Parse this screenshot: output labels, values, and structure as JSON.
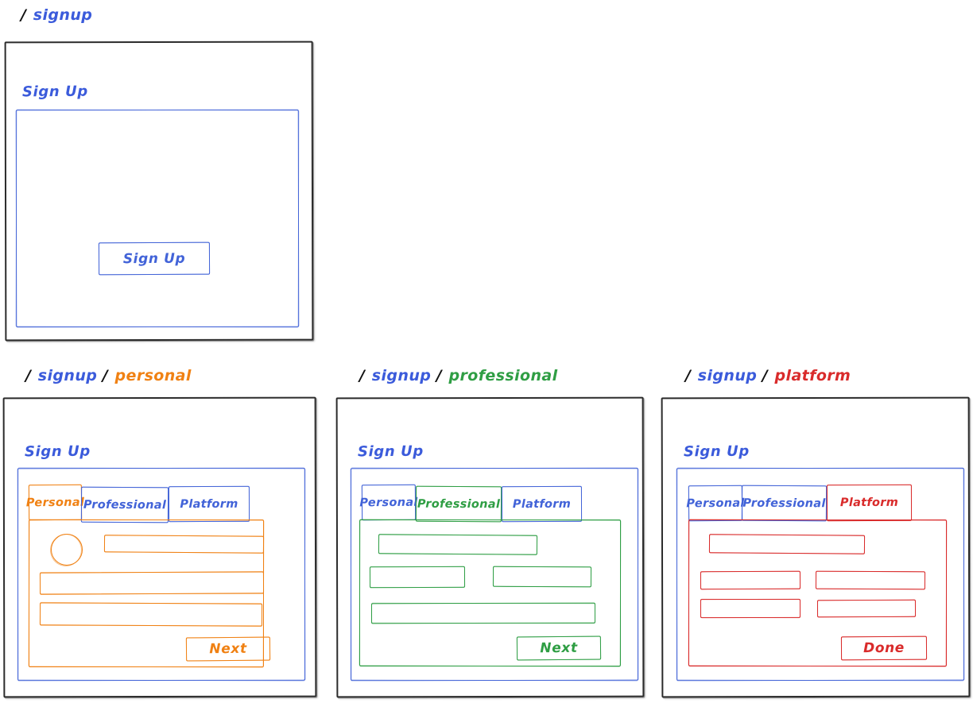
{
  "page": {
    "title": "Sign Up flow wireframe",
    "colors": {
      "ink": "#2b2b2b",
      "blue": "#4263d8",
      "orange": "#f08113",
      "green": "#2f9e44",
      "red": "#d92b2b"
    }
  },
  "panels": [
    {
      "id": "signup",
      "accent": "#4263d8",
      "breadcrumb": {
        "slash1": "/",
        "root": "signup",
        "slash2": "",
        "leaf": ""
      },
      "card_title": "Sign Up",
      "button": "Sign Up"
    },
    {
      "id": "signup-personal",
      "accent": "#f08113",
      "breadcrumb": {
        "slash1": "/",
        "root": "signup",
        "slash2": "/",
        "leaf": "personal"
      },
      "card_title": "Sign Up",
      "tabs": [
        {
          "label": "Personal",
          "active": true
        },
        {
          "label": "Professional",
          "active": false
        },
        {
          "label": "Platform",
          "active": false
        }
      ],
      "fields": [
        "avatar",
        "name",
        "line2",
        "line3"
      ],
      "button": "Next"
    },
    {
      "id": "signup-professional",
      "accent": "#2f9e44",
      "breadcrumb": {
        "slash1": "/",
        "root": "signup",
        "slash2": "/",
        "leaf": "professional"
      },
      "card_title": "Sign Up",
      "tabs": [
        {
          "label": "Personal",
          "active": false
        },
        {
          "label": "Professional",
          "active": true
        },
        {
          "label": "Platform",
          "active": false
        }
      ],
      "fields": [
        "wide1",
        "half-left",
        "half-right",
        "wide2"
      ],
      "button": "Next"
    },
    {
      "id": "signup-platform",
      "accent": "#d92b2b",
      "breadcrumb": {
        "slash1": "/",
        "root": "signup",
        "slash2": "/",
        "leaf": "platform"
      },
      "card_title": "Sign Up",
      "tabs": [
        {
          "label": "Personal",
          "active": false
        },
        {
          "label": "Professional",
          "active": false
        },
        {
          "label": "Platform",
          "active": true
        }
      ],
      "fields": [
        "wide1",
        "half-r1-left",
        "half-r1-right",
        "half-r2-left",
        "half-r2-right"
      ],
      "button": "Done"
    }
  ]
}
